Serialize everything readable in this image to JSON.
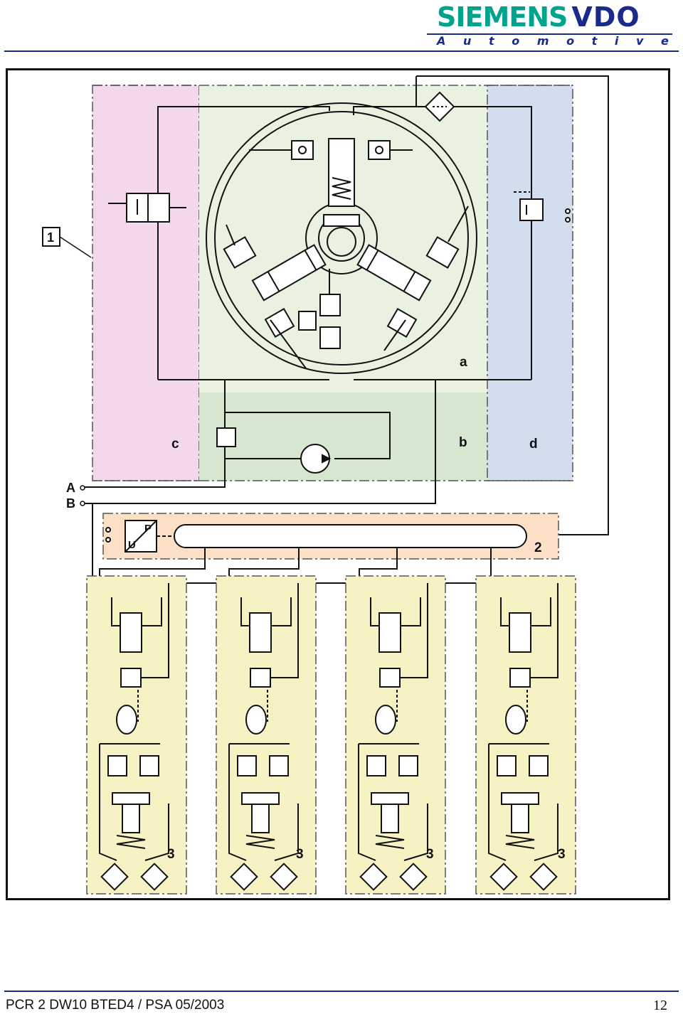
{
  "header": {
    "brand_primary": "SIEMENS",
    "brand_secondary": "VDO",
    "brand_tagline_letters": [
      "A",
      "u",
      "t",
      "o",
      "m",
      "o",
      "t",
      "i",
      "v",
      "e"
    ]
  },
  "diagram": {
    "callout_1": "1",
    "callout_2": "2",
    "zone_a": "a",
    "zone_b": "b",
    "zone_c": "c",
    "zone_d": "d",
    "port_a": "A",
    "port_b": "B",
    "sensor_p": "P",
    "sensor_u": "U",
    "injector_labels": [
      "3",
      "3",
      "3",
      "3"
    ]
  },
  "colors": {
    "zone_c": "#f3d7ea",
    "zone_a": "#e9f1e0",
    "zone_b": "#d7e6cf",
    "zone_d": "#d2ddee",
    "rail": "#fbe0c6",
    "injector": "#f7f2c4",
    "brand_green": "#00a38c",
    "brand_blue": "#1a2a8c"
  },
  "footer": {
    "document": "PCR 2 DW10 BTED4 / PSA 05/2003",
    "page": "12"
  }
}
